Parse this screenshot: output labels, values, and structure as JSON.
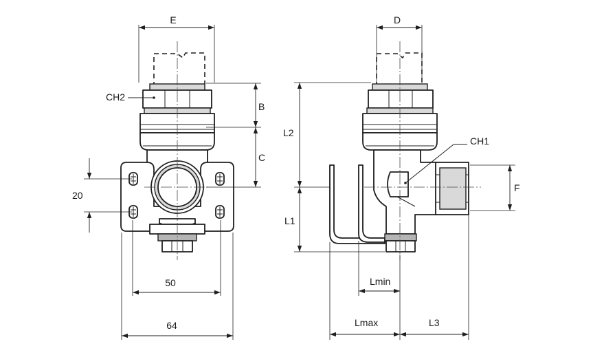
{
  "front_view": {
    "labels": {
      "width_top": "E",
      "hex": "CH2",
      "height_b": "B",
      "height_c": "C",
      "bracket_vertical": "20",
      "bracket_inner": "50",
      "bracket_outer": "64"
    }
  },
  "side_view": {
    "labels": {
      "width_top": "D",
      "hex": "CH1",
      "height_upper": "L2",
      "height_lower": "L1",
      "outlet_thread": "F",
      "length_min": "Lmin",
      "length_max": "Lmax",
      "length_outlet": "L3"
    }
  },
  "colors": {
    "line": "#1f1f1f",
    "shade_light": "#d9d9d9",
    "shade_dark": "#b5b5b5"
  }
}
